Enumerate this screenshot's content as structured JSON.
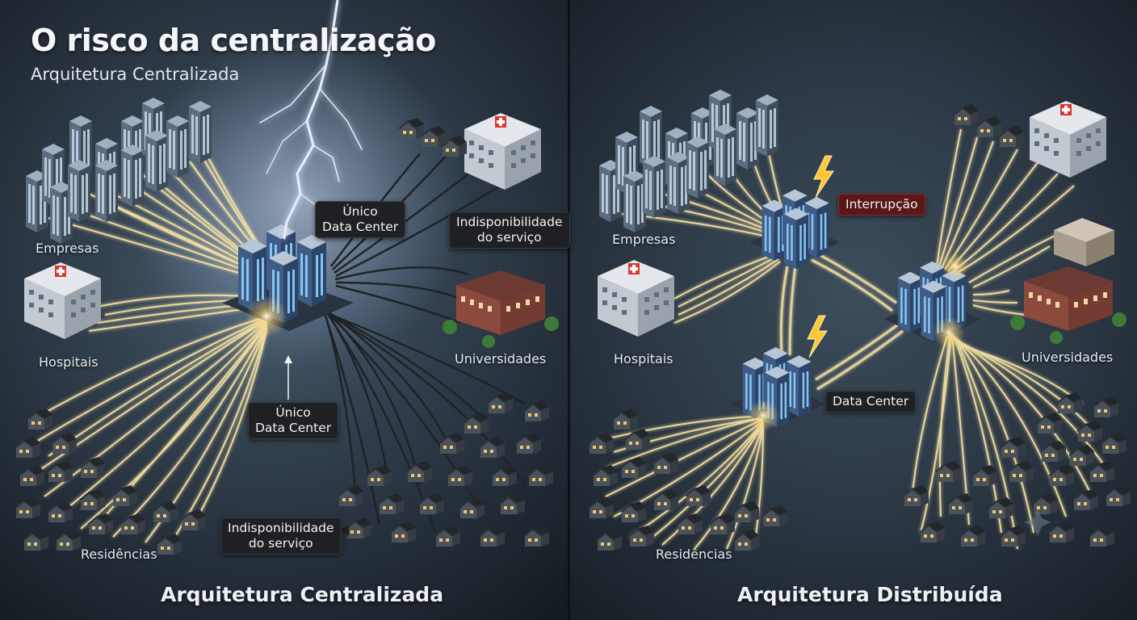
{
  "header": {
    "title": "O risco da centralização",
    "subtitle": "Arquitetura Centralizada"
  },
  "left_panel": {
    "footer": "Arquitetura Centralizada",
    "labels": {
      "empresas": "Empresas",
      "hospitais": "Hospitais",
      "residencias": "Residências",
      "universidades": "Universidades"
    },
    "callouts": {
      "data_center_top": [
        "Único",
        "Data Center"
      ],
      "data_center_bottom": [
        "Único",
        "Data Center"
      ],
      "unavailable_top": [
        "Indisponibilidade",
        "do serviço"
      ],
      "unavailable_bottom": [
        "Indisponibilidade",
        "do serviço"
      ]
    }
  },
  "right_panel": {
    "footer": "Arquitetura Distribuída",
    "labels": {
      "empresas": "Empresas",
      "hospitais": "Hospitais",
      "residencias": "Residências",
      "universidades": "Universidades"
    },
    "callouts": {
      "interruption": "Interrupção",
      "data_center": "Data Center"
    }
  },
  "colors": {
    "background": "#1c242d",
    "glow_line": "#ffe9a8",
    "dead_line": "#24282d",
    "lightning": "#dfe9ff",
    "alert_red": "#5a1717",
    "bolt_yellow": "#ffc533"
  },
  "icons": [
    "lightning-bolt",
    "office-building",
    "hospital-building",
    "house",
    "university-building",
    "data-center"
  ]
}
